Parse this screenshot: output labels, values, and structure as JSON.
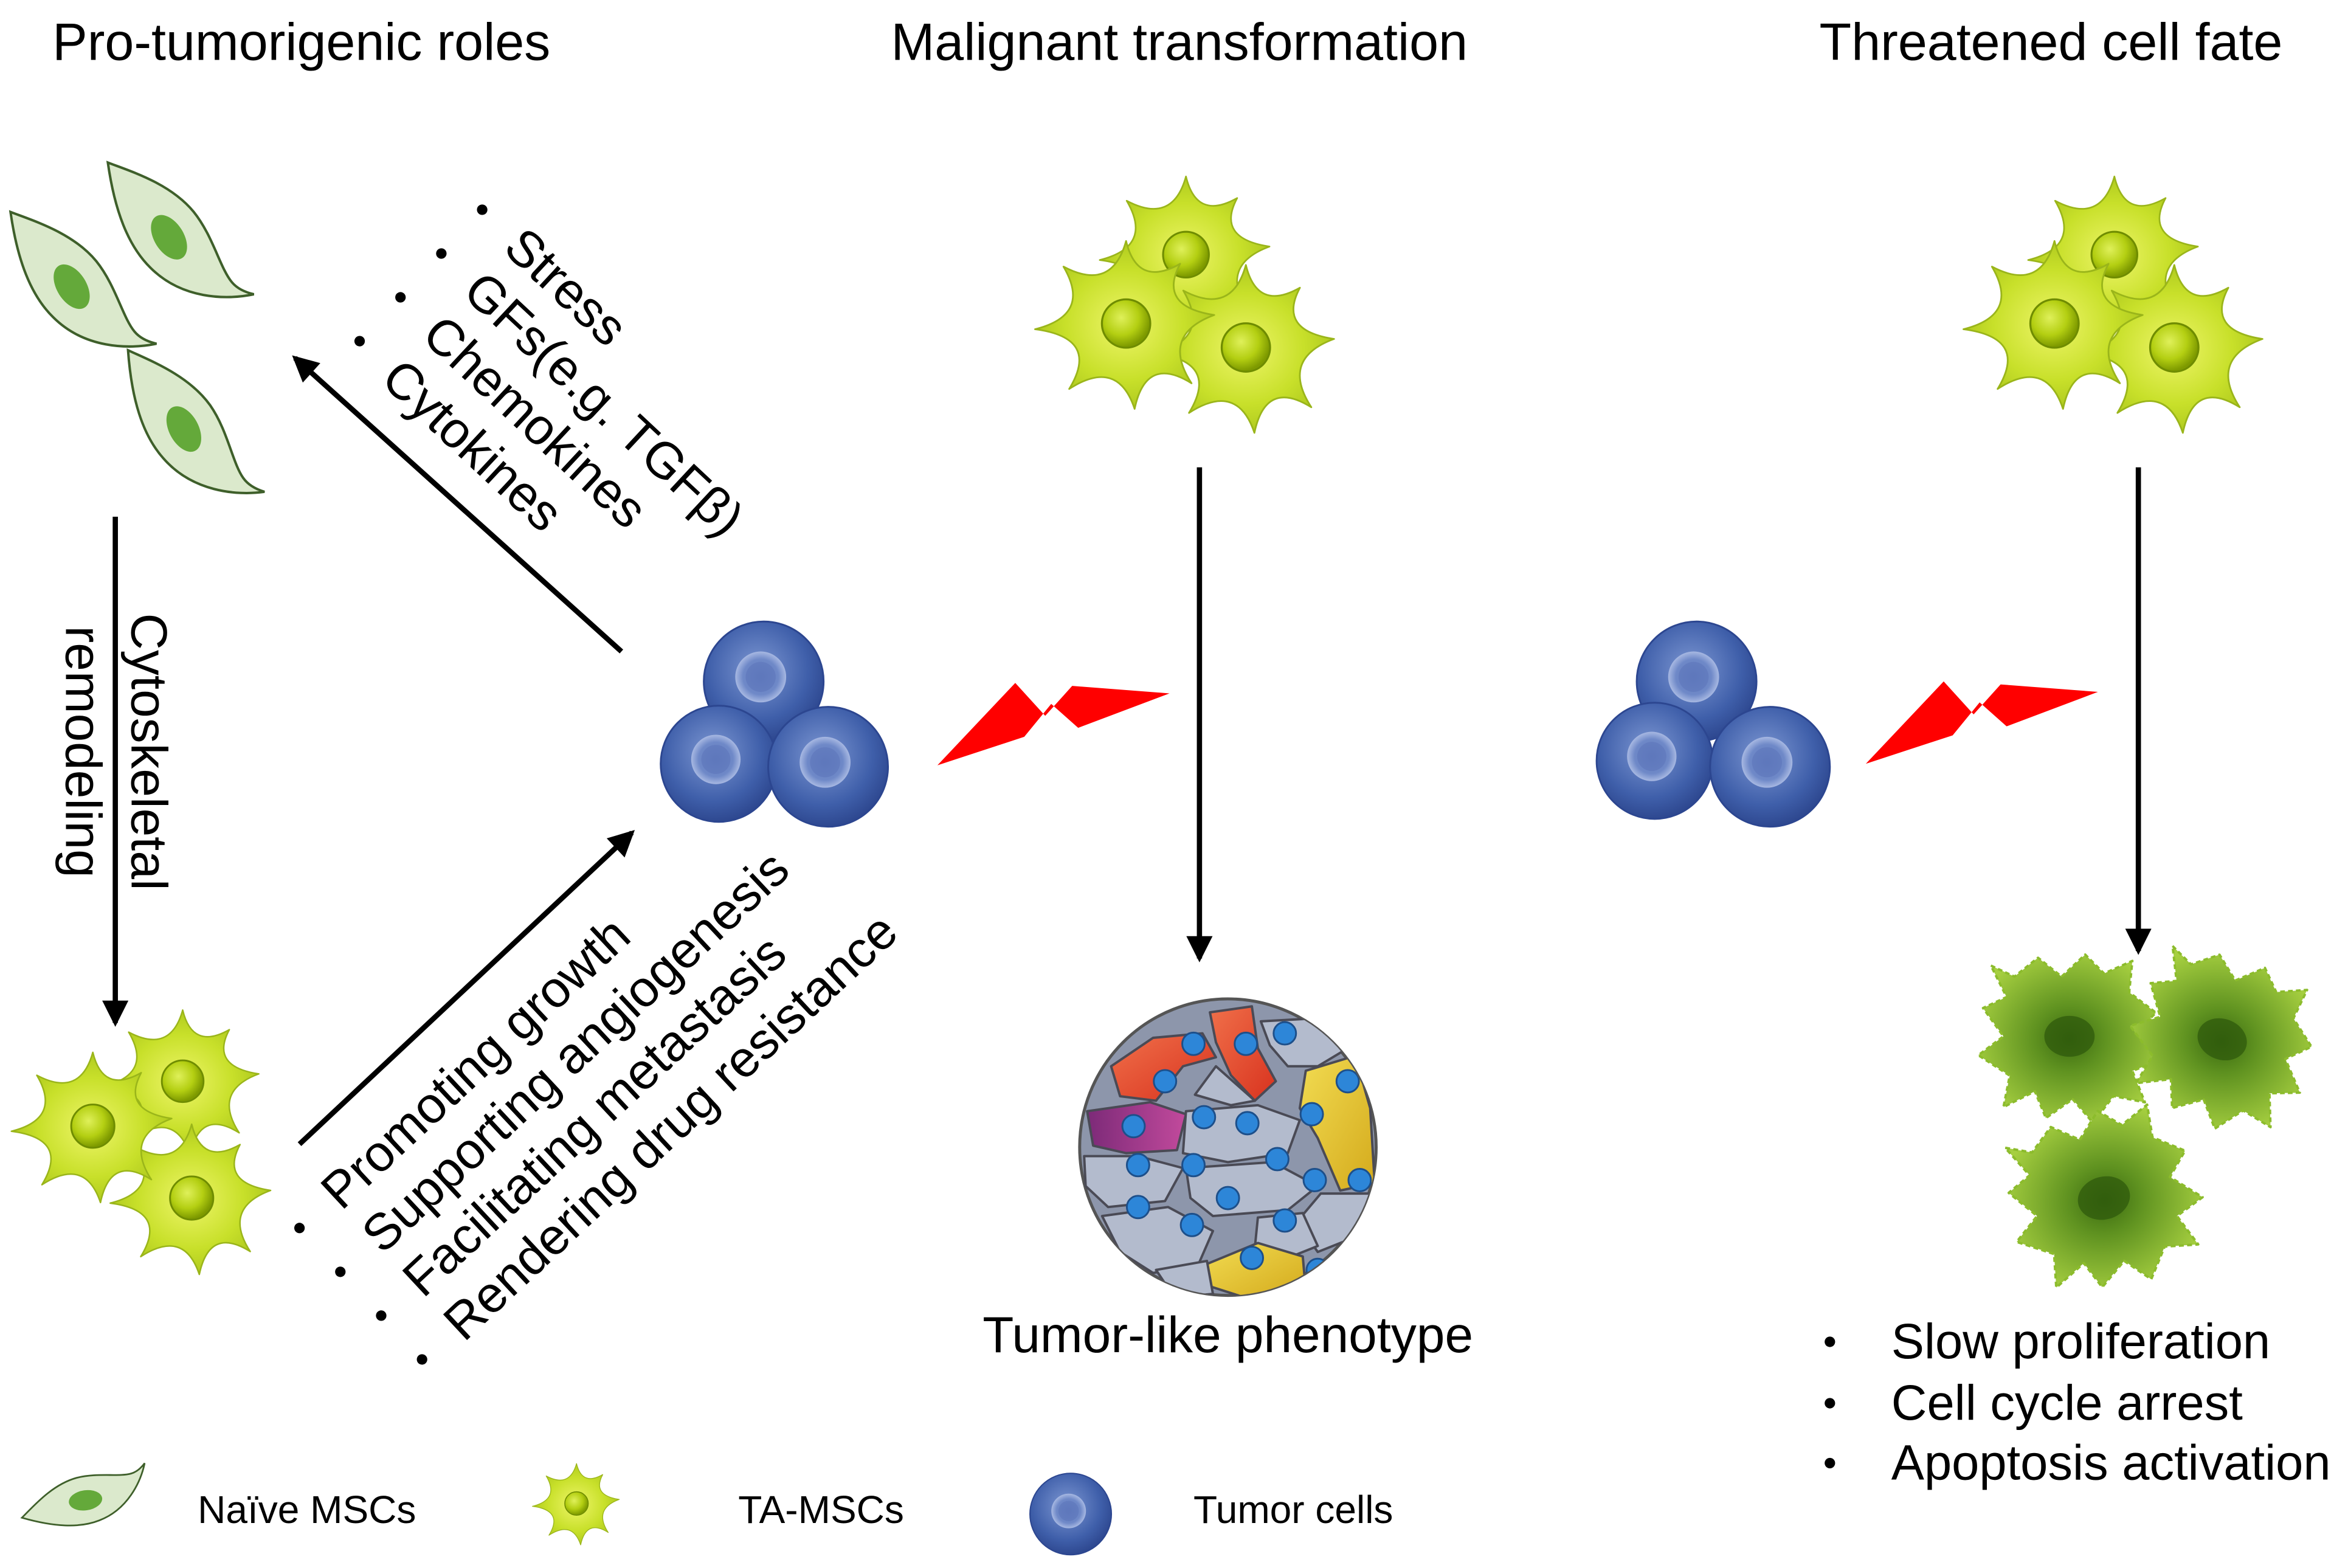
{
  "titles": {
    "pro_tumorigenic": "Pro-tumorigenic roles",
    "malignant": "Malignant transformation",
    "threatened": "Threatened cell fate"
  },
  "signals": [
    "Stress",
    "GFs(e.g. TGFβ)",
    "Chemokines",
    "Cytokines"
  ],
  "remodeling": [
    "Cytoskeletal",
    "remodeling"
  ],
  "roles": [
    "Promoting growth",
    "Supporting angiogenesis",
    "Facilitating metastasis",
    "Rendering drug resistance"
  ],
  "outcome": "Tumor-like phenotype",
  "fate": [
    "Slow proliferation",
    "Cell cycle arrest",
    "Apoptosis activation"
  ],
  "legend": [
    {
      "label": "Naïve MSCs",
      "icon": "naive-msc-icon"
    },
    {
      "label": "TA-MSCs",
      "icon": "ta-msc-icon"
    },
    {
      "label": "Tumor cells",
      "icon": "tumor-cell-icon"
    }
  ],
  "colors": {
    "arrow": "#000000",
    "lightning": "#ff0000",
    "tumor_cell": "#3f5faa",
    "ta_msc": "#c8e02a",
    "naive_msc": "#dbe9cc"
  }
}
